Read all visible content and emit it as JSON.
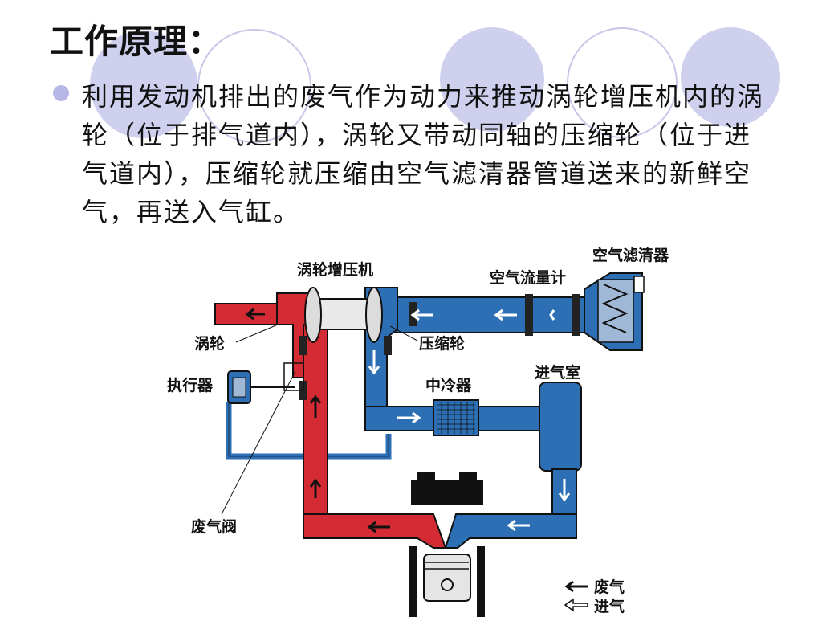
{
  "slide": {
    "title": "工作原理：",
    "bullet": "利用发动机排出的废气作为动力来推动涡轮增压机内的涡轮（位于排气道内），涡轮又带动同轴的压缩轮（位于进气道内），压缩轮就压缩由空气滤清器管道送来的新鲜空气，再送入气缸。"
  },
  "diagram": {
    "labels": {
      "turbocharger": "涡轮增压机",
      "air_flow_meter": "空气流量计",
      "air_filter": "空气滤清器",
      "turbine": "涡轮",
      "compressor": "压缩轮",
      "actuator": "执行器",
      "intercooler": "中冷器",
      "intake_chamber": "进气室",
      "wastegate": "废气阀"
    },
    "legend": {
      "exhaust": "废气",
      "intake": "进气"
    },
    "colors": {
      "exhaust": "#d42a34",
      "intake": "#2d6fb4",
      "outline": "#111111",
      "deco": "#cfd0ee"
    }
  }
}
